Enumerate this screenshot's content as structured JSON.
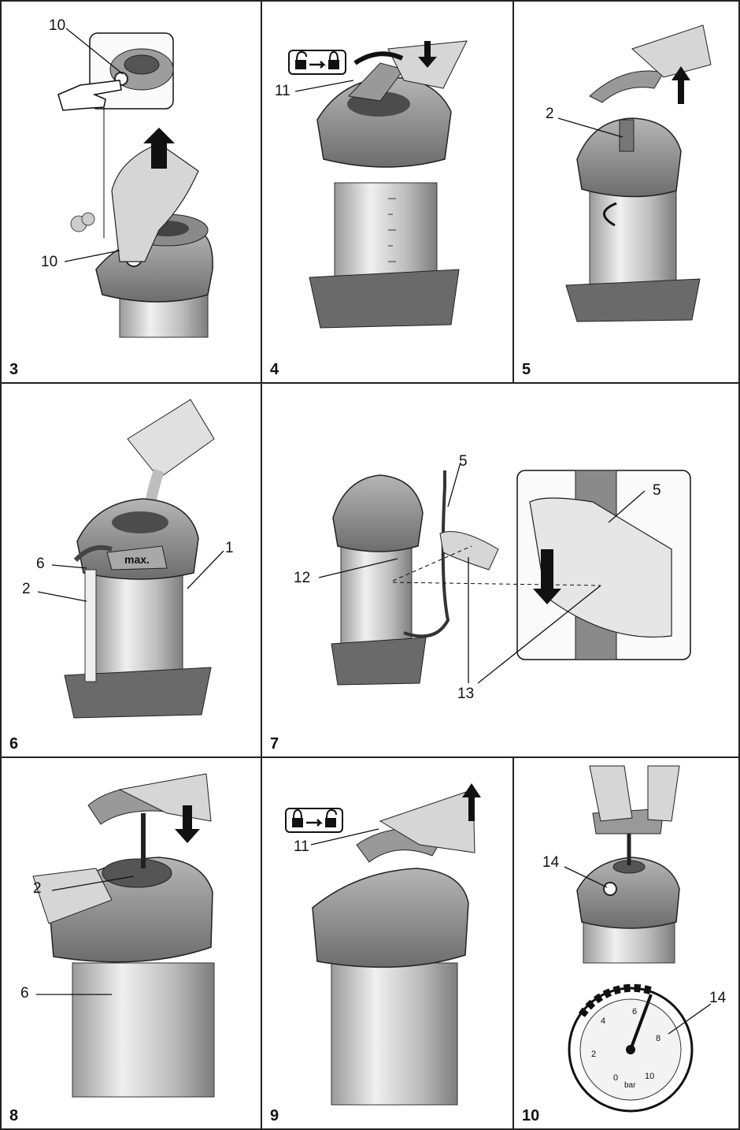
{
  "panels": [
    {
      "number": "3",
      "callouts": [
        "10",
        "10"
      ]
    },
    {
      "number": "4",
      "callouts": [
        "11"
      ]
    },
    {
      "number": "5",
      "callouts": [
        "2"
      ]
    },
    {
      "number": "6",
      "callouts": [
        "6",
        "2",
        "1"
      ],
      "fill_mark": "max."
    },
    {
      "number": "7",
      "callouts": [
        "5",
        "5",
        "12",
        "13"
      ]
    },
    {
      "number": "8",
      "callouts": [
        "2",
        "6"
      ]
    },
    {
      "number": "9",
      "callouts": [
        "11"
      ]
    },
    {
      "number": "10",
      "callouts": [
        "14",
        "14"
      ],
      "gauge": {
        "unit": "bar",
        "ticks": [
          "0",
          "2",
          "4",
          "6",
          "8",
          "10"
        ],
        "needle_value": 6
      }
    }
  ],
  "colors": {
    "line": "#111111",
    "metal_light": "#e6e6e6",
    "metal_dark": "#8a8a8a",
    "housing": "#9a9a9a",
    "housing_dark": "#5a5a5a",
    "hand": "#d4d4d4"
  },
  "icons": {
    "lock_to_unlock": "padlock-unlocked-arrow-padlock-locked",
    "locked_to_unlocked": "padlock-locked-arrow-padlock-unlocked"
  }
}
